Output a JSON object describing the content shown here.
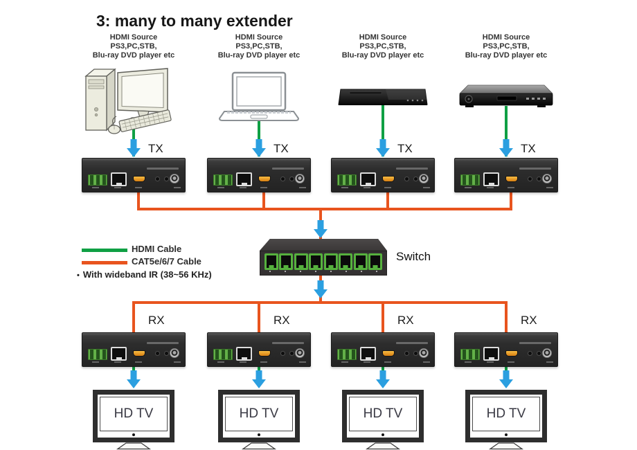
{
  "title": "3: many to many extender",
  "colors": {
    "hdmi_cable": "#0fa044",
    "cat5_cable": "#e8541e",
    "arrow": "#2b9fe0"
  },
  "legend": {
    "bullet": "•",
    "items": [
      {
        "label": "HDMI Cable"
      },
      {
        "label": "CAT5e/6/7 Cable"
      }
    ],
    "note": "With wideband IR (38~56 KHz)"
  },
  "switch": {
    "label": "Switch"
  },
  "columns": [
    {
      "source": "desktop-pc",
      "caption": [
        "HDMI Source",
        "PS3,PC,STB,",
        "Blu-ray DVD player etc"
      ],
      "tx": "TX",
      "rx": "RX",
      "tv": "HD TV"
    },
    {
      "source": "laptop",
      "caption": [
        "HDMI Source",
        "PS3,PC,STB,",
        "Blu-ray DVD player etc"
      ],
      "tx": "TX",
      "rx": "RX",
      "tv": "HD TV"
    },
    {
      "source": "dvd-player",
      "caption": [
        "HDMI Source",
        "PS3,PC,STB,",
        "Blu-ray DVD player etc"
      ],
      "tx": "TX",
      "rx": "RX",
      "tv": "HD TV"
    },
    {
      "source": "dvd-player",
      "caption": [
        "HDMI Source",
        "PS3,PC,STB,",
        "Blu-ray DVD player etc"
      ],
      "tx": "TX",
      "rx": "RX",
      "tv": "HD TV"
    }
  ]
}
